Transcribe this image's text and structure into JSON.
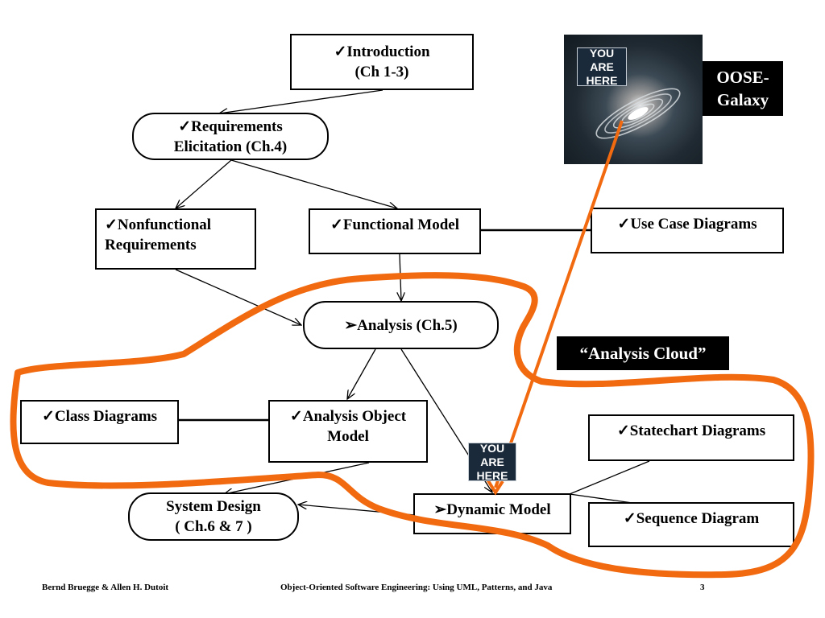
{
  "nodes": {
    "introduction": {
      "line1": "✓Introduction",
      "line2": "(Ch 1-3)"
    },
    "requirements": {
      "line1": "✓Requirements",
      "line2": "Elicitation (Ch.4)"
    },
    "nonfunctional": {
      "line1": "✓Nonfunctional",
      "line2": "Requirements"
    },
    "functional": {
      "line1": "✓Functional  Model"
    },
    "use_case": {
      "line1": "✓Use Case Diagrams"
    },
    "analysis": {
      "line1": "➢Analysis (Ch.5)"
    },
    "class_diagrams": {
      "line1": "✓Class Diagrams"
    },
    "analysis_object": {
      "line1": "✓Analysis Object",
      "line2": "Model"
    },
    "statechart": {
      "line1": "✓Statechart Diagrams"
    },
    "dynamic_model": {
      "line1": "➢Dynamic Model"
    },
    "sequence": {
      "line1": "✓Sequence Diagram"
    },
    "system_design": {
      "line1": "System Design",
      "line2": "( Ch.6 & 7 )"
    }
  },
  "labels": {
    "you_are_here_top": {
      "line1": "YOU ARE",
      "line2": "HERE"
    },
    "you_are_here_small": {
      "line1": "YOU ARE",
      "line2": "HERE"
    },
    "galaxy": {
      "line1": "OOSE-",
      "line2": "Galaxy"
    },
    "analysis_cloud": "“Analysis Cloud”"
  },
  "colors": {
    "highlight": "#f26a10",
    "label_bg": "#000000",
    "badge_bg": "#1b2a3a"
  },
  "footer": {
    "authors": "Bernd Bruegge & Allen H. Dutoit",
    "book": "Object-Oriented Software Engineering: Using UML, Patterns, and Java",
    "page": "3"
  }
}
